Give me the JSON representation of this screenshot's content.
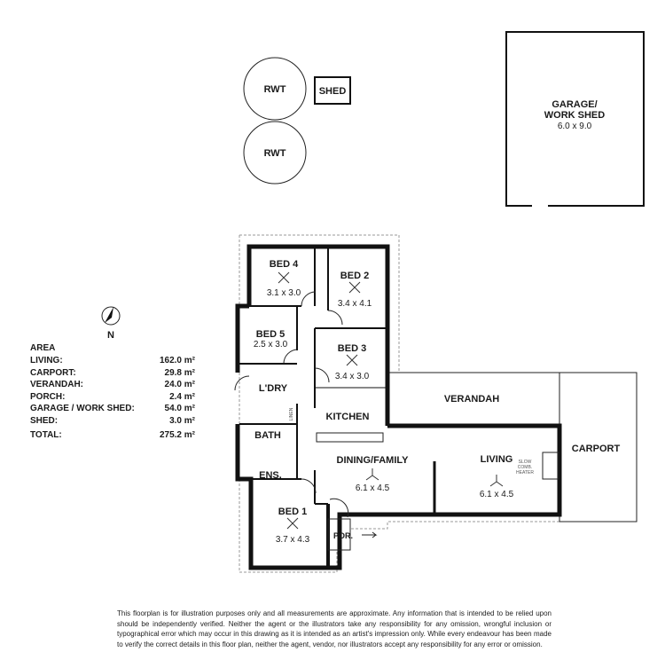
{
  "site": {
    "rwt_1": "RWT",
    "rwt_2": "RWT",
    "shed": "SHED",
    "garage_name": "GARAGE/",
    "garage_name_2": "WORK SHED",
    "garage_size": "6.0 x 9.0"
  },
  "compass": {
    "label": "N"
  },
  "rooms": {
    "bed4": {
      "name": "BED 4",
      "size": "3.1 x 3.0"
    },
    "bed2": {
      "name": "BED 2",
      "size": "3.4 x 4.1"
    },
    "bed5": {
      "name": "BED 5",
      "size": "2.5 x 3.0"
    },
    "bed3": {
      "name": "BED 3",
      "size": "3.4 x 3.0"
    },
    "laundry": {
      "name": "L'DRY"
    },
    "linen": {
      "name": "LINEN"
    },
    "kitchen": {
      "name": "KITCHEN"
    },
    "verandah": {
      "name": "VERANDAH"
    },
    "bath": {
      "name": "BATH"
    },
    "ensuite": {
      "name": "ENS."
    },
    "dining": {
      "name": "DINING/FAMILY",
      "size": "6.1 x 4.5"
    },
    "living": {
      "name": "LIVING",
      "size": "6.1 x 4.5"
    },
    "heater": {
      "line1": "SLOW",
      "line2": "COMB.",
      "line3": "HEATER"
    },
    "carport": {
      "name": "CARPORT"
    },
    "bed1": {
      "name": "BED 1",
      "size": "3.7 x 4.3"
    },
    "porch": {
      "name": "POR."
    }
  },
  "area": {
    "title": "AREA",
    "rows": [
      {
        "label": "LIVING:",
        "value": "162.0 m²"
      },
      {
        "label": "CARPORT:",
        "value": "29.8 m²"
      },
      {
        "label": "VERANDAH:",
        "value": "24.0 m²"
      },
      {
        "label": "PORCH:",
        "value": "2.4 m²"
      },
      {
        "label": "GARAGE / WORK SHED:",
        "value": "54.0 m²"
      },
      {
        "label": "SHED:",
        "value": "3.0 m²"
      }
    ],
    "total": {
      "label": "TOTAL:",
      "value": "275.2 m²"
    }
  },
  "disclaimer": "This floorplan is for illustration purposes only and all measurements are approximate. Any information that is intended to be relied upon should be independently verified. Neither the agent or the illustrators take any responsibility for any omission, wrongful inclusion or typographical error which may occur in this drawing as it is intended as an artist's impression only. While every endeavour has been made to verify the correct details in this floor plan, neither the agent, vendor, nor illustrators accept any responsibility for any error or omission."
}
